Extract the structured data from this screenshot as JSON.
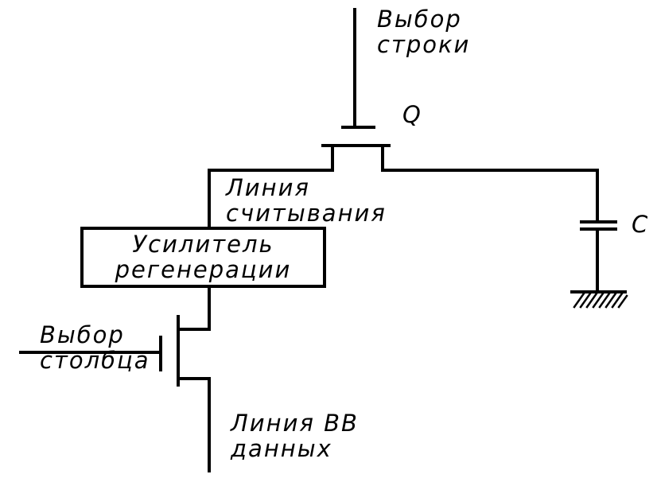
{
  "labels": {
    "row_select": [
      "Выбор",
      "строки"
    ],
    "transistor_q": "Q",
    "capacitor_c": "C",
    "read_line": [
      "Линия",
      "считывания"
    ],
    "amplifier": [
      "Усилитель",
      "регенерации"
    ],
    "column_select": [
      "Выбор",
      "столбца"
    ],
    "data_io_line": [
      "Линия ВВ",
      "данных"
    ]
  },
  "colors": {
    "ink": "#000000",
    "background": "#ffffff"
  }
}
